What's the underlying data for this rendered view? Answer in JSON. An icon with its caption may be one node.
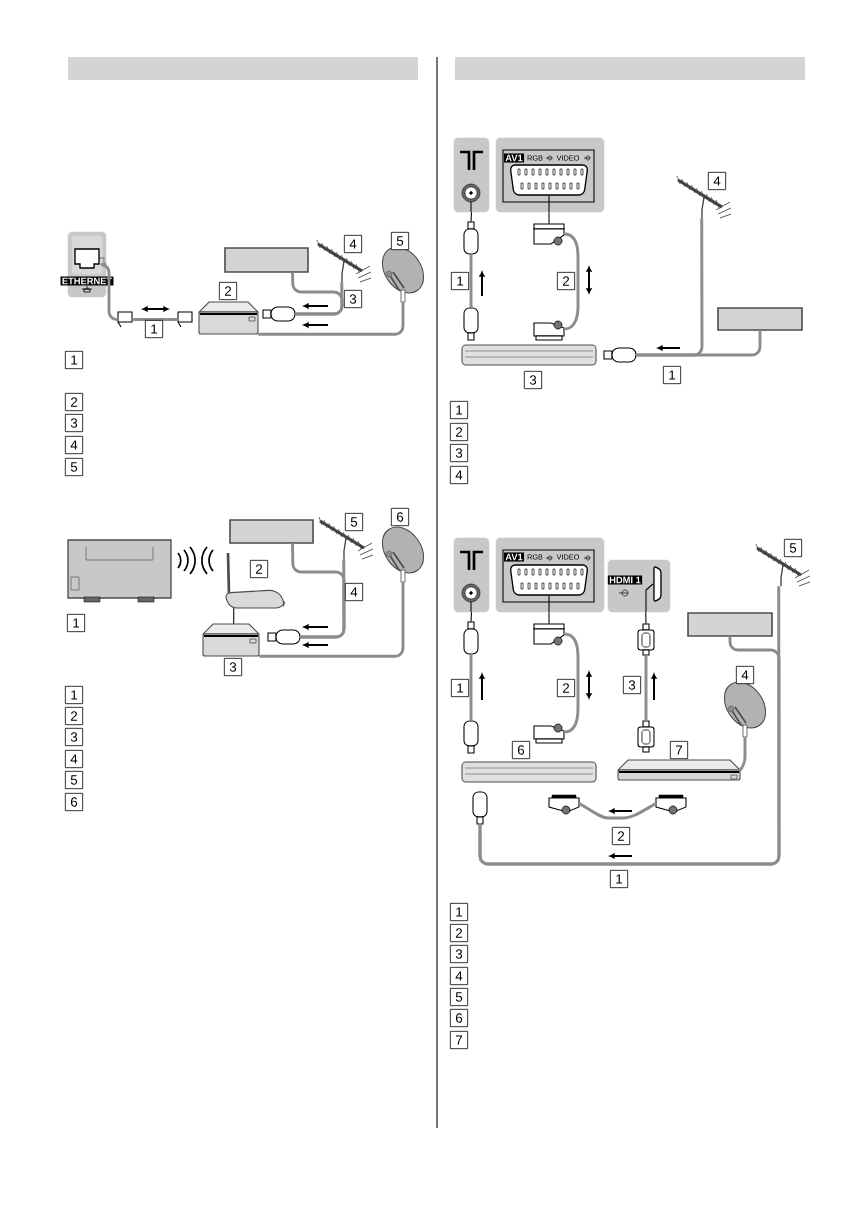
{
  "diagram": {
    "nodes": [
      {
        "text": [
          "ETHERNET"
        ]
      },
      {
        "text": [],
        "shape": "plug"
      },
      {
        "text": [],
        "shape": "plug"
      },
      {
        "text": [],
        "shape": "box"
      },
      {
        "text": [],
        "shape": "box"
      },
      {
        "text": [],
        "shape": "antenna"
      },
      {
        "text": [],
        "shape": "plug"
      },
      {
        "text": [],
        "shape": "dish"
      },
      {
        "text": [],
        "shape": "tv"
      },
      {
        "text": [],
        "shape": "router"
      },
      {
        "text": [],
        "shape": "box",
        "beside": [
          "3"
        ]
      },
      {
        "text": [],
        "shape": "box"
      },
      {
        "text": [],
        "shape": "antenna"
      },
      {
        "text": [],
        "shape": "plug"
      },
      {
        "text": [],
        "shape": "dish"
      },
      {
        "text": [],
        "shape": "box"
      },
      {
        "text": [
          "AV1",
          "RGB",
          "VIDEO"
        ]
      },
      {
        "text": [],
        "shape": "plug"
      },
      {
        "text": [],
        "shape": "plug"
      },
      {
        "text": [],
        "shape": "plug"
      },
      {
        "text": [],
        "shape": "plug"
      },
      {
        "text": [],
        "shape": "box"
      },
      {
        "text": [],
        "shape": "plug"
      },
      {
        "text": [],
        "shape": "antenna"
      },
      {
        "text": [],
        "shape": "box"
      },
      {
        "text": [],
        "shape": "box"
      },
      {
        "text": [
          "AV1",
          "RGB",
          "VIDEO"
        ]
      },
      {
        "text": [
          "HDMI 1"
        ]
      },
      {
        "text": [],
        "shape": "plug"
      },
      {
        "text": [],
        "shape": "plug"
      },
      {
        "text": [],
        "shape": "plug"
      },
      {
        "text": [],
        "shape": "plug"
      },
      {
        "text": [],
        "shape": "plug"
      },
      {
        "text": [],
        "shape": "plug"
      },
      {
        "text": [],
        "shape": "box"
      },
      {
        "text": [],
        "shape": "box"
      },
      {
        "text": [],
        "shape": "dish"
      },
      {
        "text": [],
        "shape": "box"
      },
      {
        "text": [],
        "shape": "antenna"
      },
      {
        "text": [],
        "shape": "plug"
      },
      {
        "text": [],
        "shape": "plug"
      },
      {
        "text": [],
        "shape": "plug"
      }
    ],
    "edges": [
      {
        "from": 0,
        "to": 1,
        "arrow": "none"
      },
      {
        "from": 1,
        "to": 2,
        "arrow": "none"
      },
      {
        "from": 4,
        "to": 6,
        "arrow": "none"
      },
      {
        "from": 5,
        "to": 6,
        "arrow": "none"
      },
      {
        "from": 7,
        "to": 3,
        "arrow": "none"
      },
      {
        "from": 9,
        "to": 10,
        "arrow": "none",
        "color": "#000000"
      },
      {
        "from": 11,
        "to": 13,
        "arrow": "none"
      },
      {
        "from": 12,
        "to": 13,
        "arrow": "none"
      },
      {
        "from": 14,
        "to": 10,
        "arrow": "none"
      },
      {
        "from": 15,
        "to": 17,
        "arrow": "none",
        "color": "#000000"
      },
      {
        "from": 17,
        "to": 18,
        "arrow": "none"
      },
      {
        "from": 16,
        "to": 19,
        "arrow": "none",
        "color": "#000000"
      },
      {
        "from": 19,
        "to": 20,
        "arrow": "none"
      },
      {
        "from": 23,
        "to": 22,
        "arrow": "none"
      },
      {
        "from": 24,
        "to": 22,
        "arrow": "none"
      },
      {
        "from": 25,
        "to": 28,
        "arrow": "none",
        "color": "#000000"
      },
      {
        "from": 28,
        "to": 29,
        "arrow": "none"
      },
      {
        "from": 26,
        "to": 30,
        "arrow": "none",
        "color": "#000000"
      },
      {
        "from": 30,
        "to": 31,
        "arrow": "none"
      },
      {
        "from": 27,
        "to": 32,
        "arrow": "none",
        "color": "#000000"
      },
      {
        "from": 32,
        "to": 33,
        "arrow": "none"
      },
      {
        "from": 36,
        "to": 35,
        "arrow": "none"
      },
      {
        "from": 37,
        "to": 39,
        "arrow": "none"
      },
      {
        "from": 38,
        "to": 39,
        "arrow": "none"
      },
      {
        "from": 40,
        "to": 41,
        "arrow": "none"
      }
    ],
    "labels": [
      "4",
      "5",
      "2",
      "3",
      "1",
      "1",
      "2",
      "3",
      "4",
      "5",
      "5",
      "6",
      "2",
      "4",
      "1",
      "1",
      "2",
      "3",
      "4",
      "5",
      "6",
      "4",
      "1",
      "2",
      "3",
      "1",
      "1",
      "2",
      "3",
      "4",
      "5",
      "4",
      "1",
      "2",
      "3",
      "6",
      "7",
      "2",
      "1",
      "1",
      "2",
      "3",
      "4",
      "5",
      "6",
      "7"
    ]
  }
}
